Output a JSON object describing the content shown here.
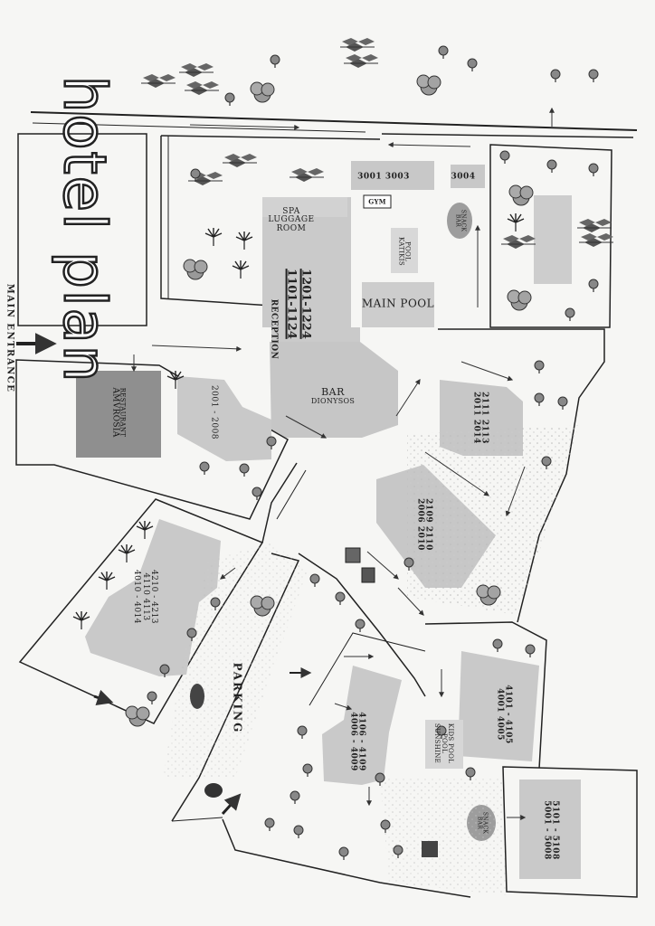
{
  "map": {
    "title": "hotel plan",
    "main_entrance": "MAIN ENTRANCE",
    "reception": "RECEPTION",
    "parking": "PARKING",
    "spa": [
      "SPA",
      "LUGGAGE",
      "ROOM"
    ],
    "reception_rooms": [
      "1201-1224",
      "1101-1124"
    ],
    "block_3001": "3001  3003",
    "block_3004": "3004",
    "gym": "GYM",
    "snack_bar_top": [
      "SNACK",
      "BAR"
    ],
    "pool_katikis": [
      "POOL",
      "KATIKIS"
    ],
    "main_pool": "MAIN POOL",
    "bar": [
      "BAR",
      "DIONYSOS"
    ],
    "restaurant": [
      "RESTAURANT",
      "AMVROSIA"
    ],
    "block_2001": "2001 - 2008",
    "block_2111": [
      "2111  2113",
      "2011  2014"
    ],
    "block_2109": [
      "2109  2110",
      "2006  2010"
    ],
    "block_4210": [
      "4210 - 4213",
      "4110   4113",
      "4010 - 4014"
    ],
    "block_4101": [
      "4101 - 4105",
      "4001  4005"
    ],
    "kids_pool": [
      "KIDS POOL",
      "POOL",
      "SUNSHINE"
    ],
    "block_4106": [
      "4106 - 4109",
      "4006 - 4009"
    ],
    "snack_bar_bottom": [
      "SNACK",
      "BAR"
    ],
    "block_5101": [
      "5101 - 5108",
      "5001 - 5008"
    ],
    "colors": {
      "ink": "#222222",
      "building": "#c9c9c9",
      "building_dark": "#8c8c8c",
      "snack": "#9a9a9a",
      "paper": "#f6f6f4"
    }
  }
}
